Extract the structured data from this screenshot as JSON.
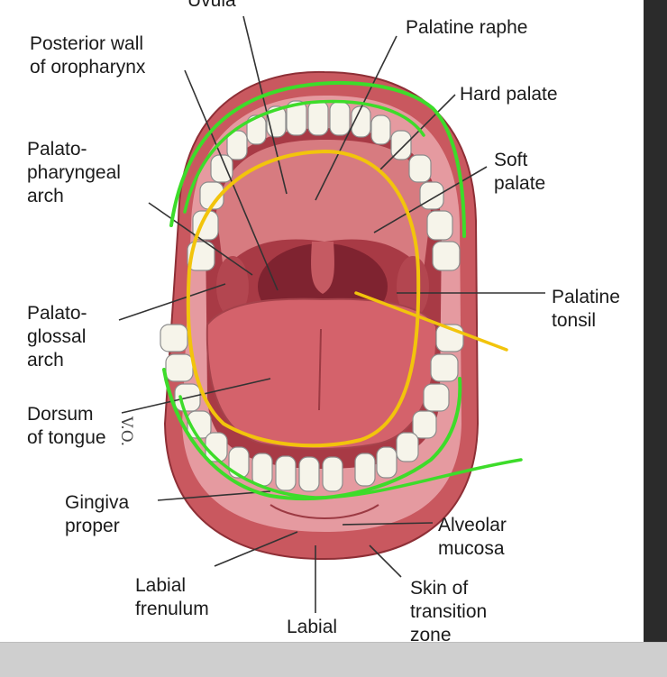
{
  "labels": {
    "uvula": "Uvula",
    "posterior_wall": "Posterior wall\nof oropharynx",
    "palatine_raphe": "Palatine raphe",
    "hard_palate": "Hard palate",
    "soft_palate": "Soft\npalate",
    "palatopharyngeal_arch": "Palato-\npharyngeal\narch",
    "palatine_tonsil": "Palatine\ntonsil",
    "palatoglossal_arch": "Palato-\nglossal\narch",
    "dorsum_of_tongue": "Dorsum\nof tongue",
    "gingiva_proper": "Gingiva\nproper",
    "alveolar_mucosa": "Alveolar\nmucosa",
    "labial_frenulum": "Labial\nfrenulum",
    "skin_transition": "Skin of\ntransition\nzone",
    "labial_mucosa": "Labial\nmucosa"
  },
  "signature": "V.O.",
  "colors": {
    "lip": "#c9585f",
    "oral_cavity": "#a83a45",
    "palate": "#d77b80",
    "tongue": "#d4626b",
    "teeth": "#f6f4ea",
    "annotation_green": "#3ddc2a",
    "annotation_yellow": "#f2c40c",
    "leader_line": "#333333"
  }
}
